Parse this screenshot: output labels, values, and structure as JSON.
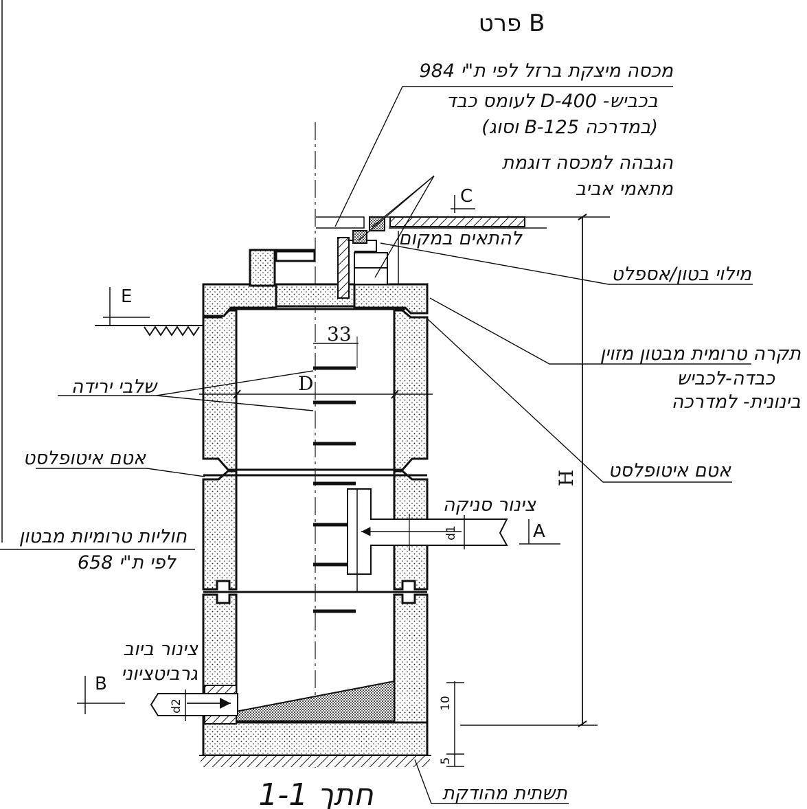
{
  "title": "פרט B",
  "section_title": "חתך 1-1",
  "labels": {
    "cover_line1": "מכסה מיצקת ברזל לפי ת\"י 984",
    "cover_line2": "לעומס כבד D-400 -בכביש",
    "cover_line3": "(וסוג B-125 במדרכה)",
    "raise_line1": "הגבהה למכסה דוגמת",
    "raise_line2": "מתאמי אביב",
    "fit_local": "להתאים במקום",
    "fill": "מילוי בטון/אספלט",
    "slab_line1": "תקרה טרומית מבטון מזוין",
    "slab_line2": "כבדה-לכביש",
    "slab_line3": "בינונית- למדרכה",
    "rungs": "שלבי ירידה",
    "seal_left": "אטם איטופלסט",
    "seal_right": "אטם איטופלסט",
    "rings_line1": "חוליות טרומיות מבטון",
    "rings_line2": "לפי ת\"י 658",
    "suction_pipe": "צינור סניקה",
    "drain_line1": "צינור ביוב",
    "drain_line2": "גרביטציוני",
    "base": "תשתית מהודקת"
  },
  "markers": {
    "a": "A",
    "b": "B",
    "c": "C",
    "e": "E"
  },
  "dimensions": {
    "rung_offset": "33",
    "diameter": "D",
    "height": "H",
    "d1": "d1",
    "d2": "d2",
    "ten": "10",
    "five": "5"
  },
  "colors": {
    "line": "#111111",
    "background": "#ffffff"
  }
}
